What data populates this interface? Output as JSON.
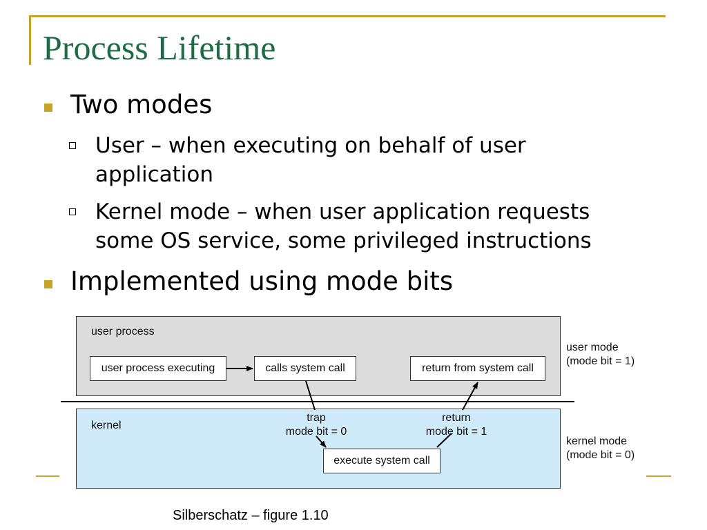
{
  "slide": {
    "title": "Process Lifetime",
    "bullets": [
      {
        "text": "Two modes"
      },
      {
        "text": "User – when executing on behalf of user application"
      },
      {
        "text": "Kernel mode – when user application requests some OS service, some privileged instructions"
      },
      {
        "text": "Implemented using mode bits"
      }
    ],
    "sub_lines": {
      "user_1": "User – when executing on behalf of user",
      "user_2": "application",
      "kernel_1": "Kernel mode – when user application requests",
      "kernel_2": "some OS service, some privileged instructions"
    },
    "caption": "Silberschatz – figure 1.10"
  },
  "diagram": {
    "user_zone_label": "user process",
    "kernel_zone_label": "kernel",
    "boxes": {
      "user_exec": "user process executing",
      "calls_syscall": "calls system call",
      "return_syscall": "return from system call",
      "exec_syscall": "execute system call"
    },
    "trap_label": {
      "line1": "trap",
      "line2": "mode bit = 0"
    },
    "return_label": {
      "line1": "return",
      "line2": "mode bit = 1"
    },
    "user_mode": {
      "line1": "user mode",
      "line2": "(mode bit = 1)"
    },
    "kernel_mode": {
      "line1": "kernel mode",
      "line2": "(mode bit = 0)"
    }
  },
  "colors": {
    "accent": "#c9a227",
    "title": "#1e6b47",
    "user_zone": "#dcdcdc",
    "kernel_zone": "#cfeaf8"
  }
}
